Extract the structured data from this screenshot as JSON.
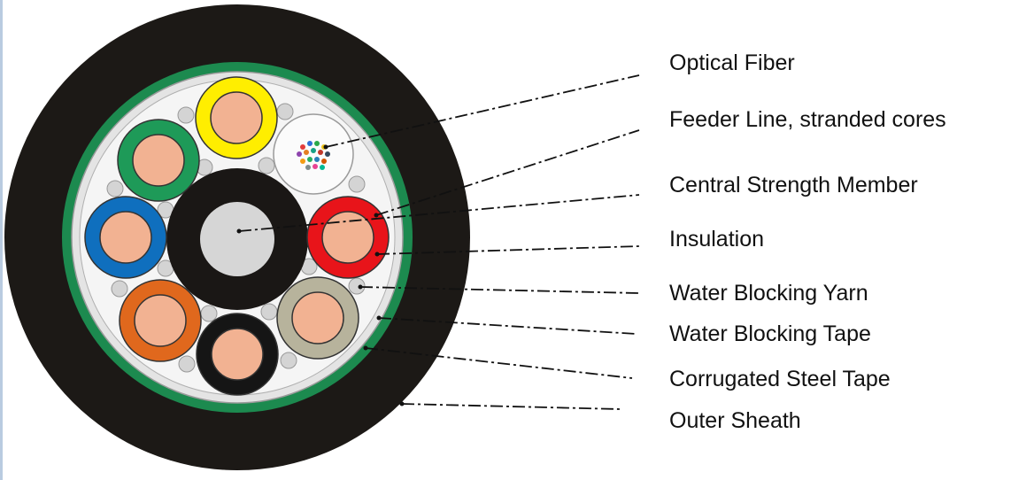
{
  "labels": [
    "Optical Fiber",
    "Feeder Line, stranded cores",
    "Central Strength Member",
    "Insulation",
    "Water Blocking Yarn",
    "Water Blocking Tape",
    "Corrugated Steel Tape",
    "Outer Sheath"
  ],
  "colors": {
    "outer_sheath": "#1c1916",
    "steel_tape": "#1c8a4f",
    "water_blocking_tape": "#e4e4e4",
    "filling": "#f5f5f5",
    "copper": "#f2b292",
    "core_insulation": [
      "#ffee00",
      "#1e9a58",
      "#0f6fbe",
      "#e0681d",
      "#151515",
      "#b7b39c",
      "#e8141a"
    ],
    "central_jacket": "#1a1715",
    "central_member": "#d6d6d6",
    "yarn": "#d4d4d4"
  },
  "icons": [
    "fiber-bundle-icon",
    "copper-conductor-icon",
    "water-blocking-yarn-icon"
  ]
}
